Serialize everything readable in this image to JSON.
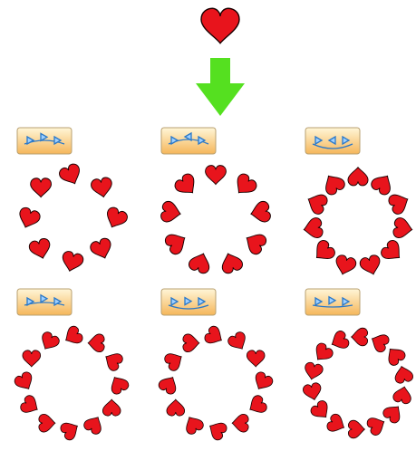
{
  "source_shape": {
    "icon": "heart-icon",
    "fill": "#e8141c",
    "stroke": "#1a0000"
  },
  "arrow": {
    "icon": "arrow-down-icon",
    "fill": "#55e020"
  },
  "button_style": {
    "fill_top": "#fff6d8",
    "fill_bottom": "#f5b65a",
    "border": "#b9a070",
    "glyph_color": "#2a78c8"
  },
  "variants": [
    {
      "id": "v1",
      "button_icon": "arc-spread-icon",
      "count": 8,
      "start_angle": 90,
      "rotate_along_path": false,
      "selected": false
    },
    {
      "id": "v2",
      "button_icon": "arc-follow-icon",
      "count": 9,
      "start_angle": 90,
      "rotate_along_path": true,
      "selected": true
    },
    {
      "id": "v3",
      "button_icon": "arc-inward-icon",
      "count": 11,
      "start_angle": 90,
      "rotate_along_path": true,
      "selected": false
    },
    {
      "id": "v4",
      "button_icon": "arc-forward-icon",
      "count": 12,
      "start_angle": 270,
      "rotate_along_path": true,
      "selected": false
    },
    {
      "id": "v5",
      "button_icon": "arc-backward-icon",
      "count": 12,
      "start_angle": 240,
      "rotate_along_path": true,
      "selected": false
    },
    {
      "id": "v6",
      "button_icon": "arc-overlap-icon",
      "count": 14,
      "start_angle": 90,
      "rotate_along_path": true,
      "selected": false
    }
  ]
}
